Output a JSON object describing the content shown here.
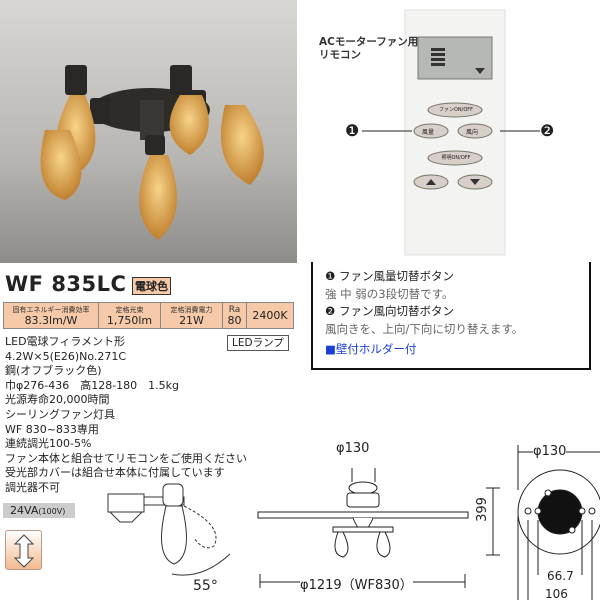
{
  "product": {
    "model": "WF 835LC",
    "color_badge": "電球色"
  },
  "spec_table": [
    {
      "header": "固有エネルギー消費効率",
      "value": "83.3lm/W"
    },
    {
      "header": "定格光束",
      "value": "1,750lm"
    },
    {
      "header": "定格消費電力",
      "value": "21W"
    },
    {
      "header": "Ra",
      "value": "80"
    },
    {
      "header": "",
      "value": "2400K"
    }
  ],
  "lamp_badge": "LEDランプ",
  "details": [
    "LED電球フィラメント形",
    "4.2W×5(E26)No.271C",
    "鋼(オフブラック色)",
    "巾φ276-436　高128-180　1.5kg",
    "光源寿命20,000時間",
    "シーリングファン灯具",
    "WF 830~833専用",
    "連続調光100-5%",
    "ファン本体と組合せてリモコンをご使用ください",
    "受光部カバーは組合せ本体に付属しています",
    "調光器不可"
  ],
  "va": {
    "value": "24VA",
    "voltage": "(100V)"
  },
  "angle": "55°",
  "remote": {
    "label_line1": "ACモーターファン用",
    "label_line2": "リモコン",
    "buttons": {
      "fan_onoff": "ファンON/OFF",
      "air_volume": "風量",
      "direction": "風向",
      "light_onoff": "照明ON/OFF"
    },
    "callout1": "❶",
    "callout2": "❷"
  },
  "info": {
    "item1_title": "❶ ファン風量切替ボタン",
    "item1_desc": "強 中 弱の3段切替です。",
    "item2_title": "❷ ファン風向切替ボタン",
    "item2_desc": "風向きを、上向/下向に切り替えます。",
    "note": "■壁付ホルダー付"
  },
  "dimensions": {
    "top_dia": "φ130",
    "height": "399",
    "span": "φ1219（WF830）",
    "plate_dia": "φ130",
    "inner": "66.7",
    "outer": "106"
  }
}
